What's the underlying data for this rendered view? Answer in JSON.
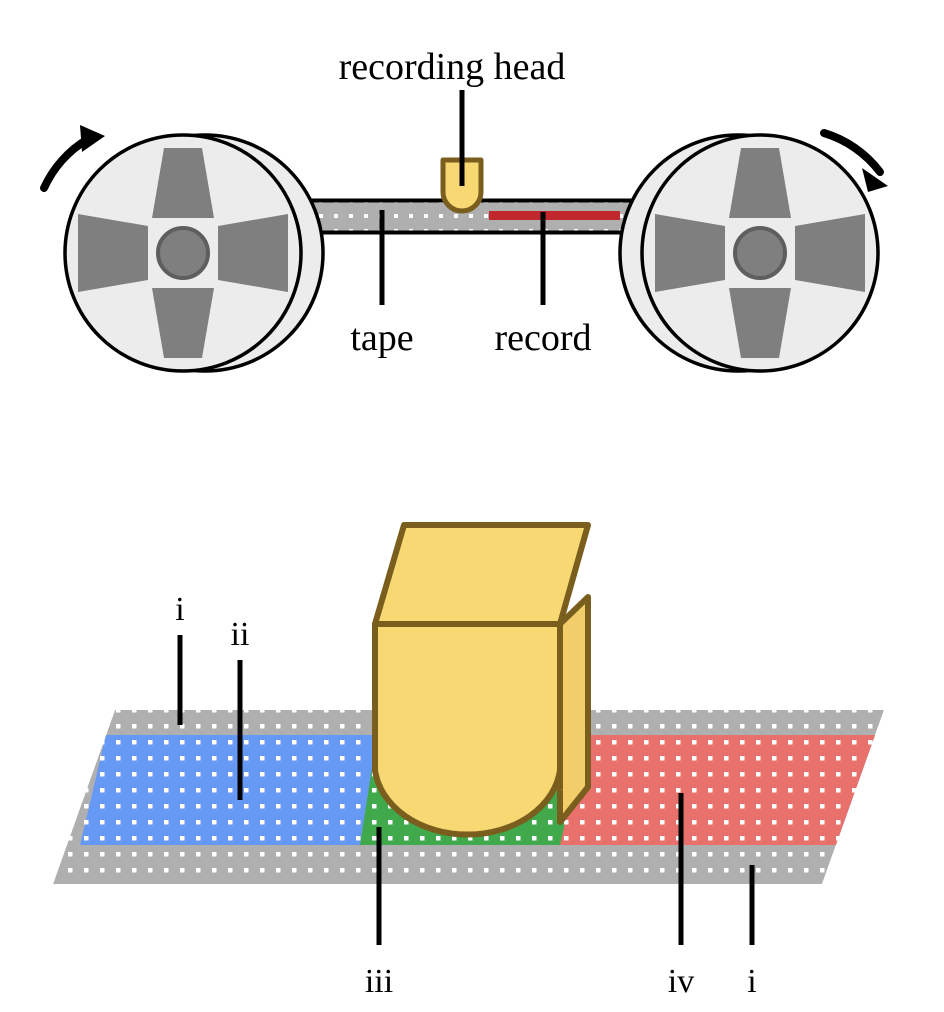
{
  "figure": {
    "title_hidden": "",
    "labels": {
      "recording_head": "recording head",
      "tape": "tape",
      "record": "record",
      "i_top_left": "i",
      "ii": "ii",
      "iii": "iii",
      "iv": "iv",
      "i_bottom_right": "i"
    }
  },
  "top_view": {
    "left_reel": {
      "rotation": "clockwise",
      "arrow_icon": "curved-arrow-clockwise",
      "flange_color": "#ECECEC",
      "spoke_color": "#7F7F7F",
      "hub_color": "#7F7F7F",
      "outline_color": "#000000",
      "spoke_count": 4
    },
    "right_reel": {
      "rotation": "clockwise",
      "arrow_icon": "curved-arrow-clockwise",
      "flange_color": "#ECECEC",
      "spoke_color": "#7F7F7F",
      "hub_color": "#7F7F7F",
      "outline_color": "#000000",
      "spoke_count": 4
    },
    "tape": {
      "fill_color": "#AFAFAF",
      "dot_color": "#FFFFFF",
      "outline_color": "#000000"
    },
    "record_stripe": {
      "color": "#C0282D",
      "side": "right-of-head"
    },
    "head": {
      "fill_color": "#F7D872",
      "outline_color": "#7A5E1E",
      "shape": "rounded-bottom-rectangle"
    }
  },
  "bottom_view": {
    "tape_plane": {
      "shape": "parallelogram",
      "bands": [
        {
          "name": "upper-guard-band",
          "color": "#AFAFAF",
          "roman": "i"
        },
        {
          "name": "recorded-track-left",
          "color": "#6699F5",
          "roman": "ii"
        },
        {
          "name": "track-under-head",
          "color": "#3FA94C",
          "roman": "iii"
        },
        {
          "name": "recorded-track-right",
          "color": "#E8716B",
          "roman": "iv"
        },
        {
          "name": "lower-guard-band",
          "color": "#AFAFAF",
          "roman": "i"
        }
      ],
      "dot_color": "#FFFFFF"
    },
    "head": {
      "fill_color": "#F7D872",
      "top_face_color": "#F7D872",
      "side_face_color": "#F2CE6B",
      "outline_color": "#7A5E1E",
      "shape": "3d-block-with-rounded-bottom"
    }
  },
  "palette": {
    "black": "#000000",
    "white": "#FFFFFF",
    "gray_tape": "#AFAFAF",
    "gray_spoke": "#7F7F7F",
    "gray_flange": "#ECECEC",
    "blue": "#6699F5",
    "green": "#3FA94C",
    "red_track": "#E8716B",
    "red_stripe": "#C0282D",
    "yellow_head": "#F7D872",
    "brown_outline": "#7A5E1E"
  }
}
